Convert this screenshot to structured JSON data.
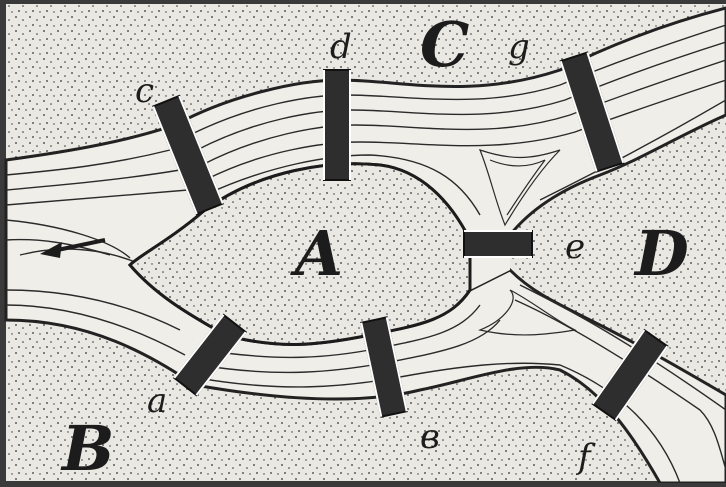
{
  "diagram": {
    "land_labels": {
      "island": "A",
      "south_bank": "B",
      "north_bank": "C",
      "east_island": "D"
    },
    "bridge_labels": {
      "a": "a",
      "b": "в",
      "c": "c",
      "d": "d",
      "e": "e",
      "f": "f",
      "g": "g"
    },
    "flow_direction": "west",
    "colors": {
      "land": "#eae8e2",
      "ink": "#1c1c1c",
      "water_line": "#2a2a2a",
      "frame": "#3a3a3a",
      "bridge": "#2e2e2e"
    }
  }
}
